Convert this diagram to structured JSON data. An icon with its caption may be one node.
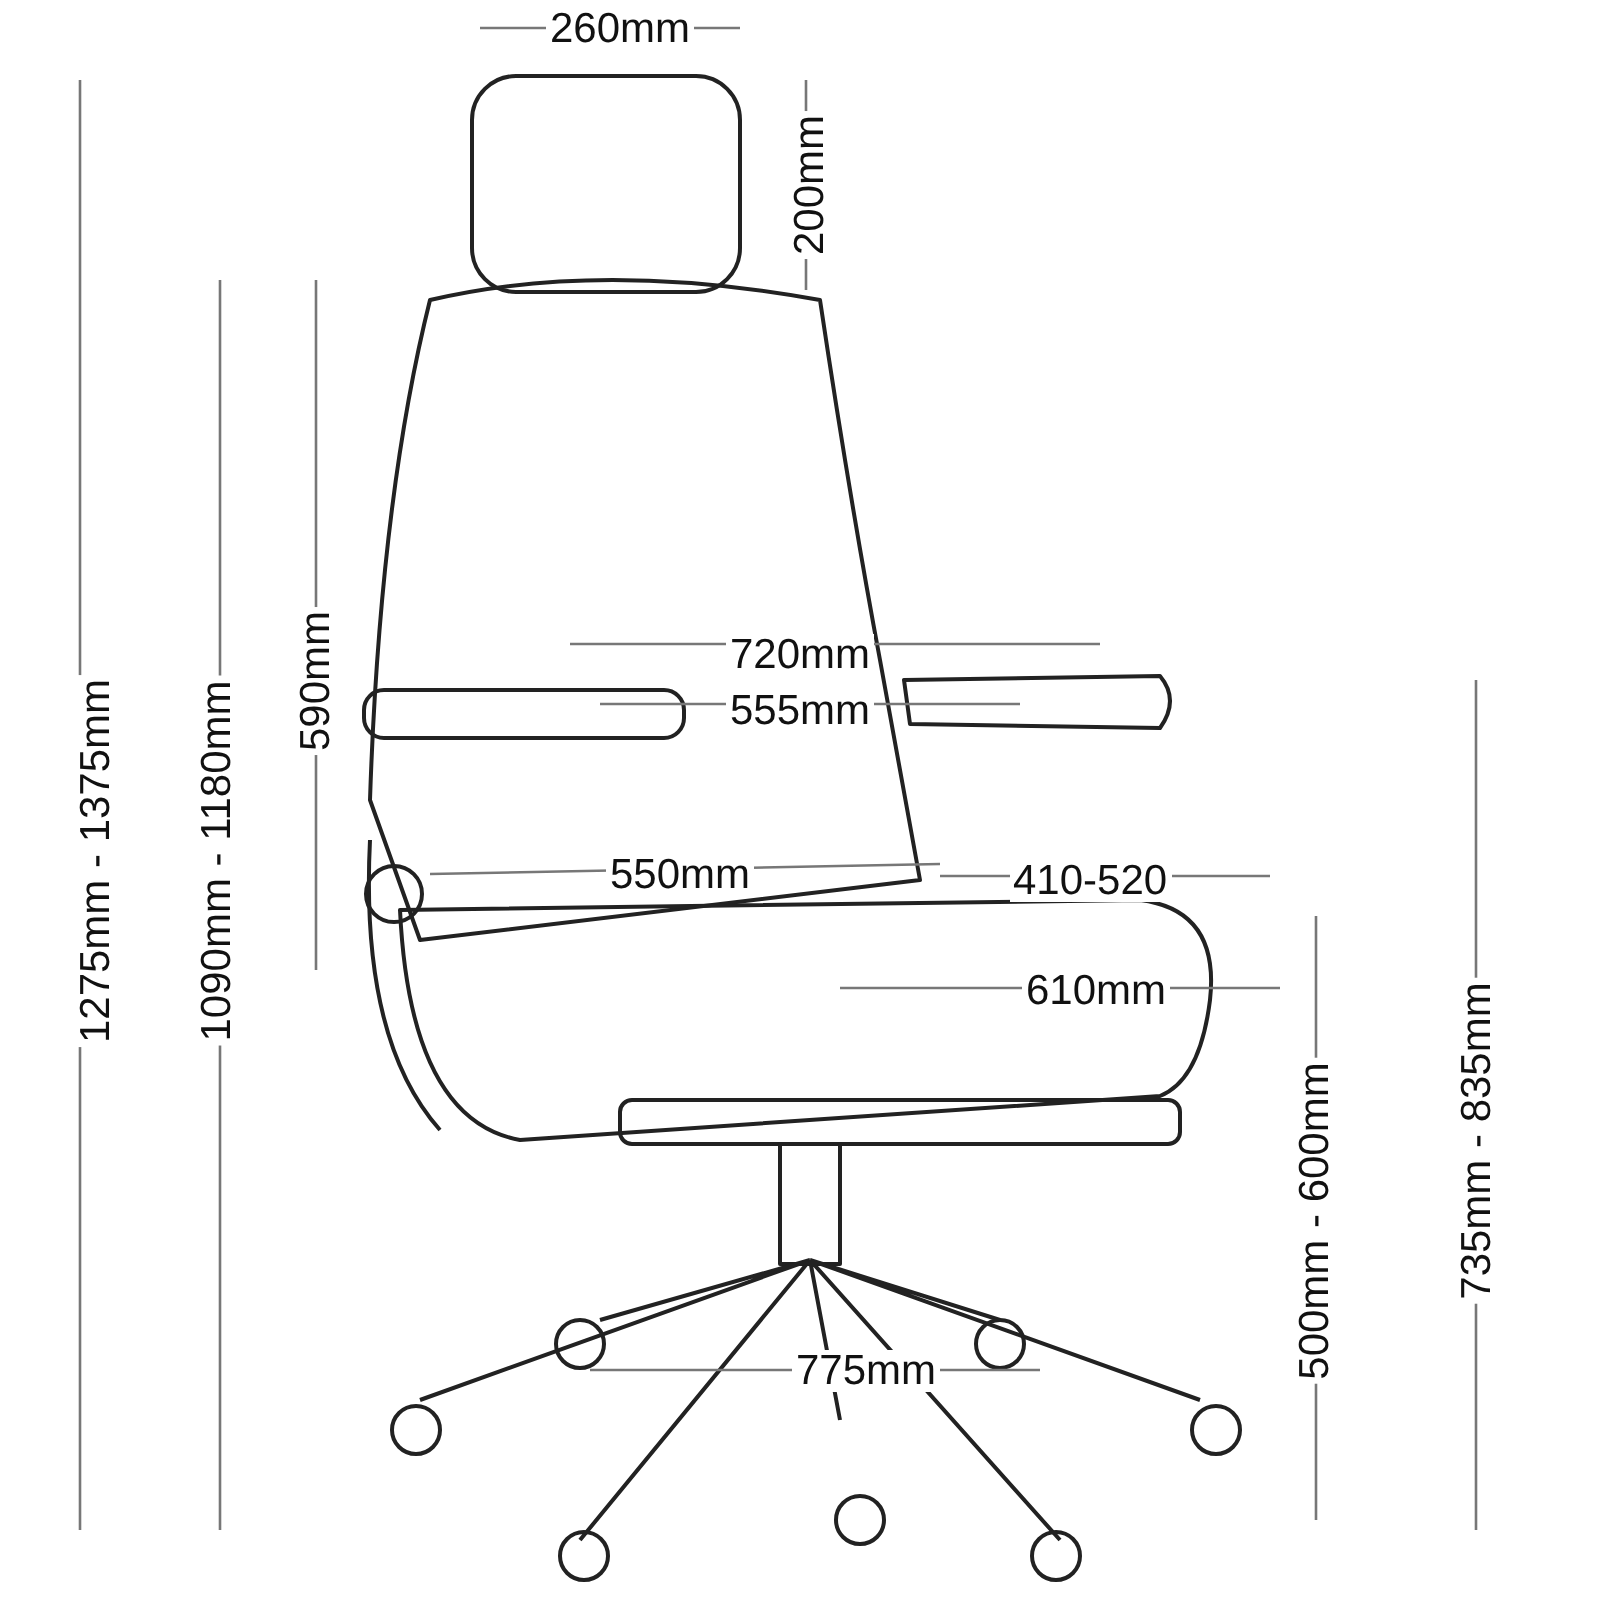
{
  "diagram": {
    "labels": [
      "260mm",
      "200mm",
      "1275mm - 1375mm",
      "1090mm - 1180mm",
      "590mm",
      "720mm",
      "555mm",
      "550mm",
      "410-520",
      "610mm",
      "500mm - 600mm",
      "735mm - 835mm",
      "775mm"
    ]
  }
}
